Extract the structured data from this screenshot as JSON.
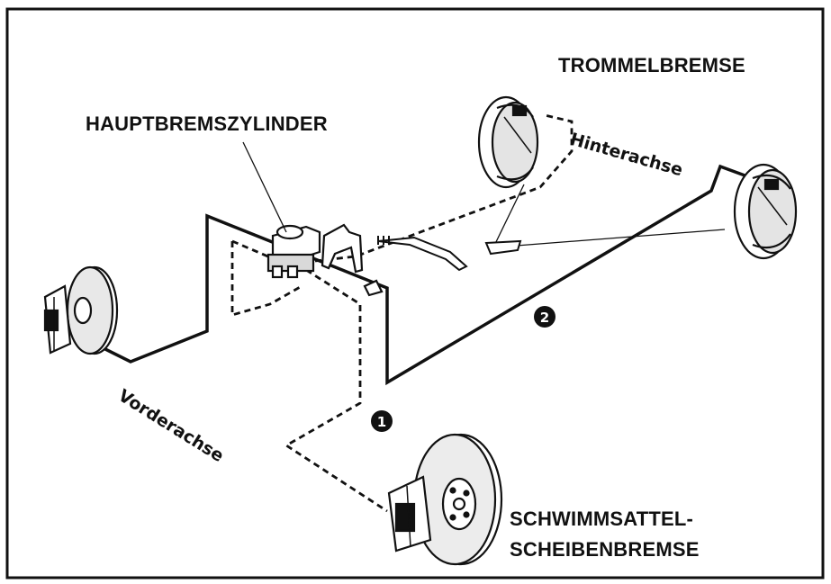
{
  "labels": {
    "master_cylinder": "HAUPTBREMSZYLINDER",
    "drum_brake": "TROMMELBREMSE",
    "disc_brake_line1": "SCHWIMMSATTEL-",
    "disc_brake_line2": "SCHEIBENBREMSE",
    "rear_axle": "Hinterachse",
    "front_axle": "Vorderachse",
    "circuit_1": "1",
    "circuit_2": "2"
  },
  "colors": {
    "ink": "#111111",
    "paper": "#ffffff",
    "shade": "#cfcfcf"
  }
}
